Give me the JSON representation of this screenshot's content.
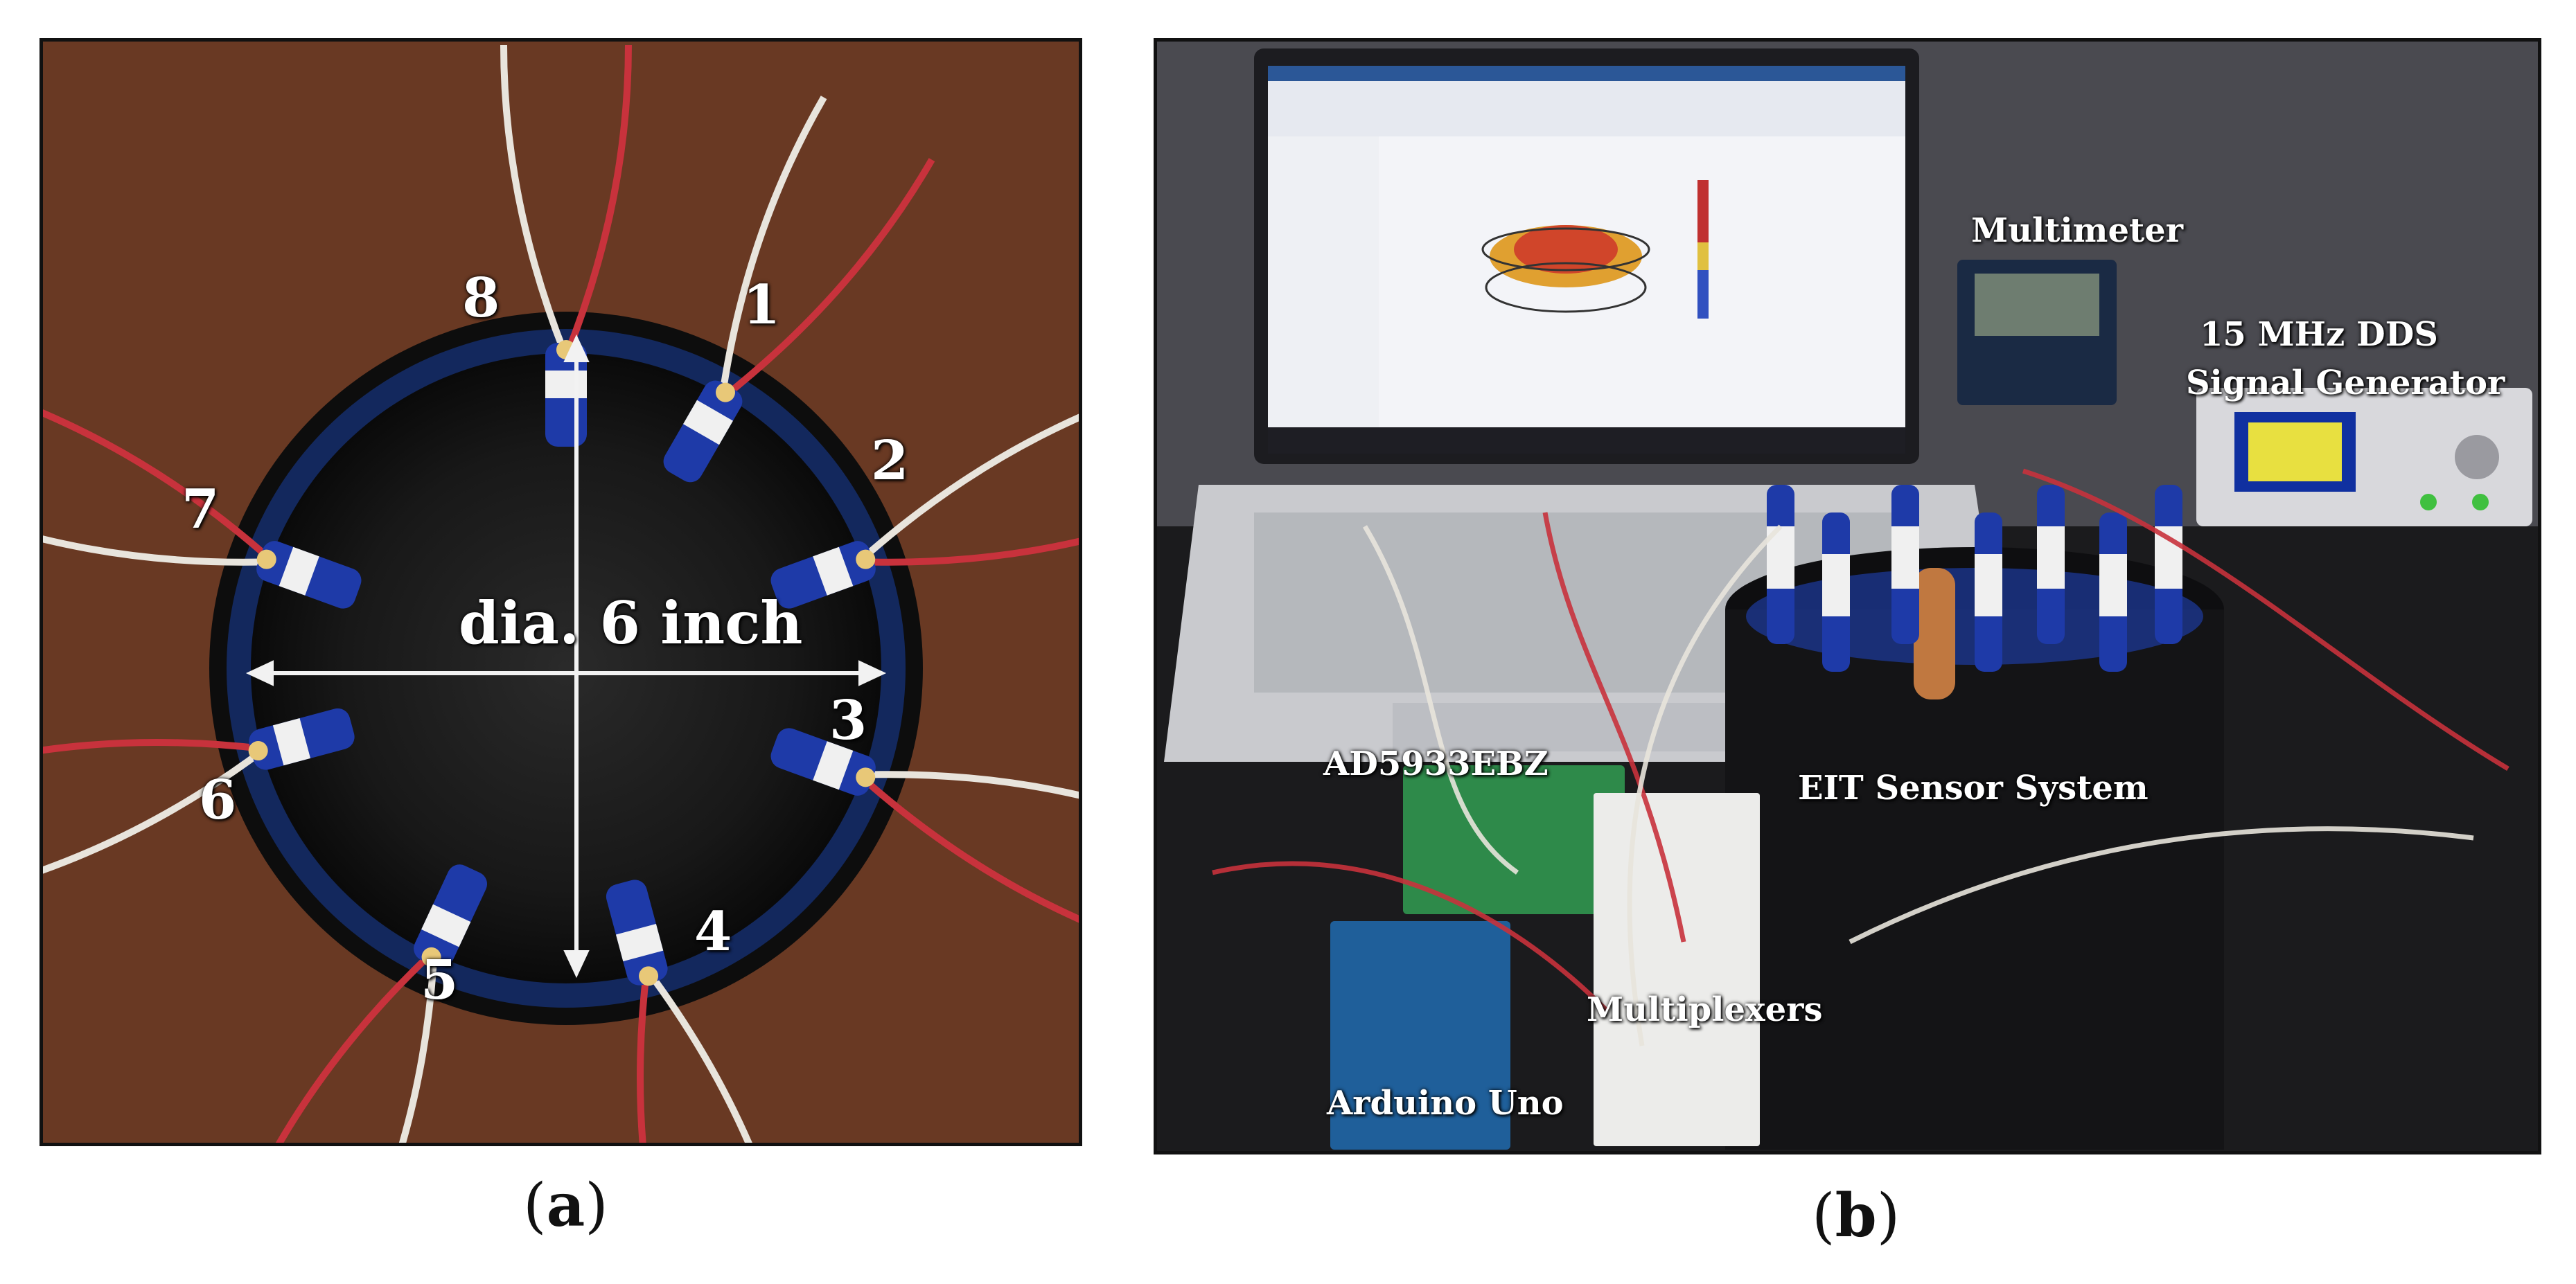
{
  "panel_a": {
    "electrode_labels": [
      "1",
      "2",
      "3",
      "4",
      "5",
      "6",
      "7",
      "8"
    ],
    "diameter_label": "dia. 6 inch",
    "caption_open": "(",
    "caption_letter": "a",
    "caption_close": ")"
  },
  "panel_b": {
    "labels": {
      "multimeter": "Multimeter",
      "signal_generator_line1": "15 MHz DDS",
      "signal_generator_line2": "Signal Generator",
      "ad5933": "AD5933EBZ",
      "eit_sensor": "EIT Sensor System",
      "multiplexers": "Multiplexers",
      "arduino": "Arduino Uno"
    },
    "caption_open": "(",
    "caption_letter": "b",
    "caption_close": ")"
  },
  "colors": {
    "background_brown": "#6b3a24",
    "tank_black": "#141414",
    "electrode_blue": "#1e3aa8",
    "wire_red": "#c8323c",
    "wire_white": "#e8e4dc"
  }
}
